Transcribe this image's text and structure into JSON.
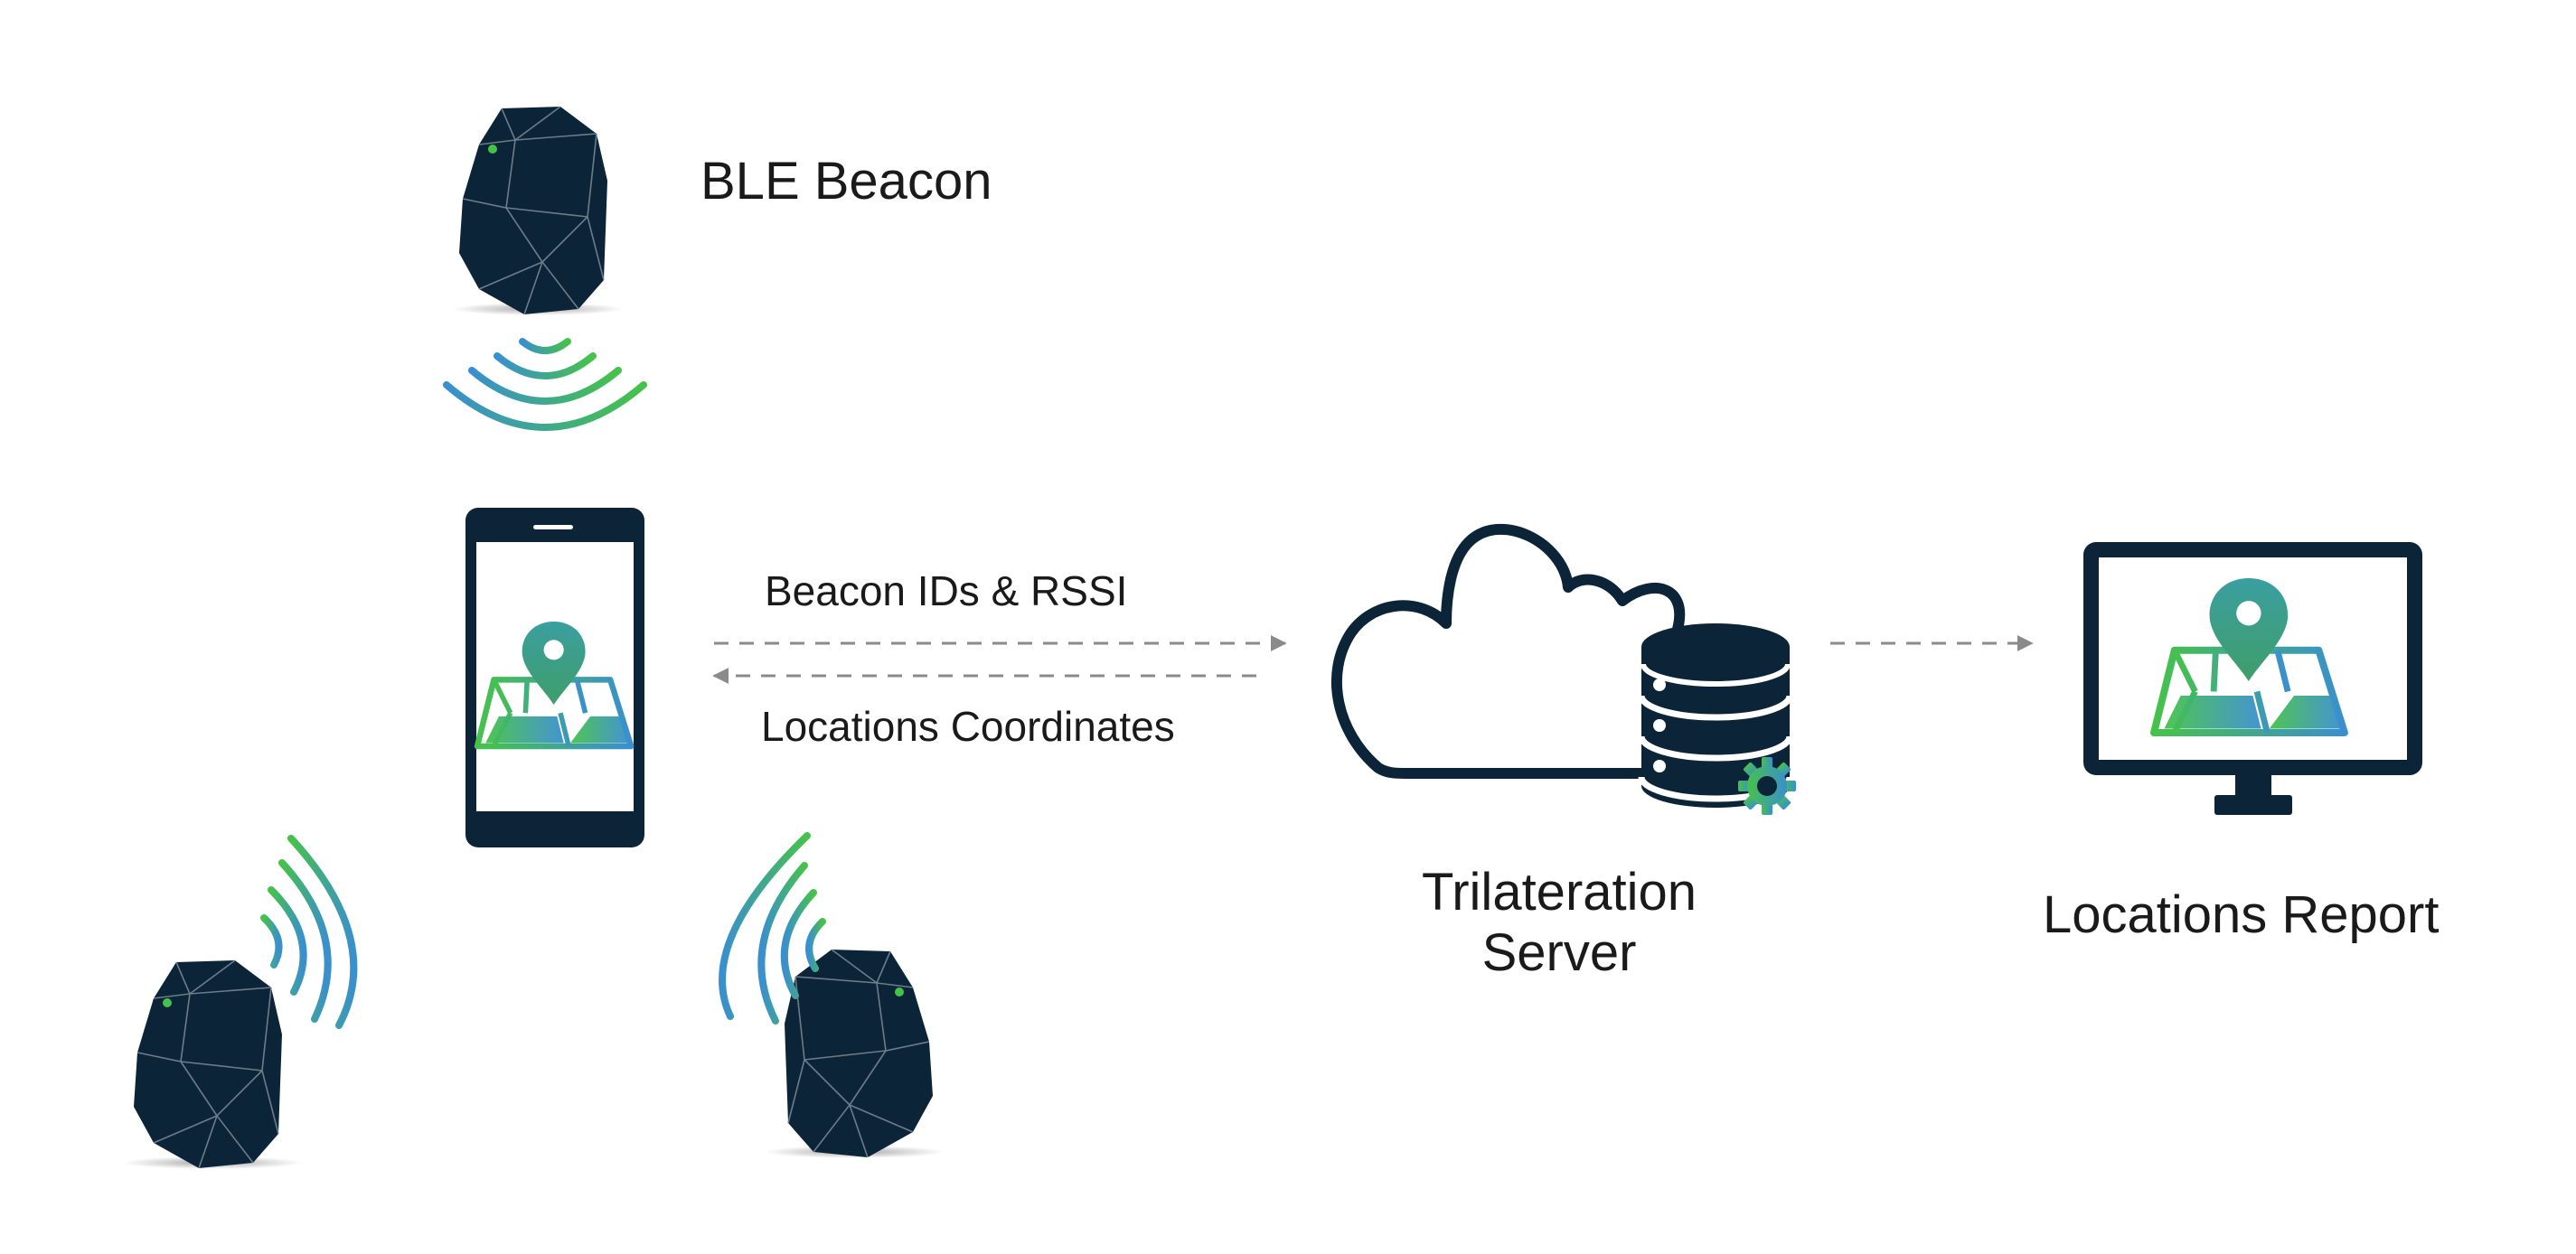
{
  "labels": {
    "ble_beacon": "BLE Beacon",
    "beacon_ids_rssi": "Beacon IDs & RSSI",
    "locations_coordinates": "Locations Coordinates",
    "server_line1": "Trilateration",
    "server_line2": "Server",
    "locations_report": "Locations Report"
  },
  "colors": {
    "dark": "#0c2438",
    "green": "#46c24a",
    "blue": "#3a8fce",
    "arrow": "#8a8a8a",
    "text": "#1a1a1a"
  },
  "icons": {
    "beacon": "ble-beacon-icon",
    "signal": "signal-waves-icon",
    "phone": "smartphone-icon",
    "cloud": "cloud-icon",
    "database": "database-icon",
    "gear": "gear-icon",
    "monitor": "monitor-icon",
    "map": "map-pin-icon"
  }
}
